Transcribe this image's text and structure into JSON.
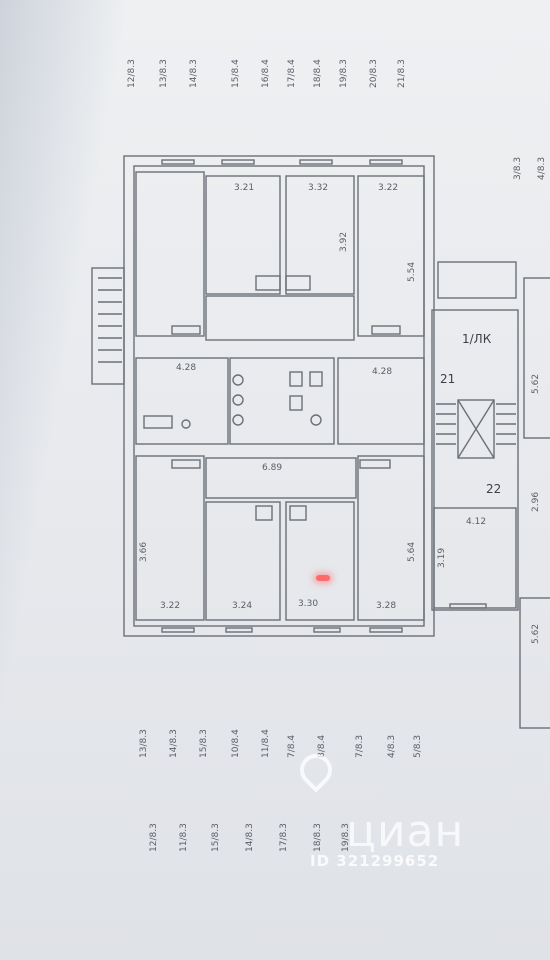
{
  "plan": {
    "rooms": {
      "r26_top": "3.21",
      "r25_top": "3.32",
      "r27_top": "3.22",
      "lk": "1/ЛК",
      "r21": "21",
      "r22": "22",
      "d689": "6.89",
      "d322": "3.22",
      "d324": "3.24",
      "d330": "3.30",
      "d328": "3.28",
      "d428a": "4.28",
      "d428b": "4.28",
      "d412": "4.12",
      "d319": "3.19",
      "d296": "2.96",
      "d562a": "5.62",
      "d562b": "5.62",
      "d554": "5.54",
      "d564": "5.64",
      "d392": "3.92",
      "d366": "3.66"
    },
    "watermark": {
      "brand": "циан",
      "id": "ID 321299652"
    }
  }
}
